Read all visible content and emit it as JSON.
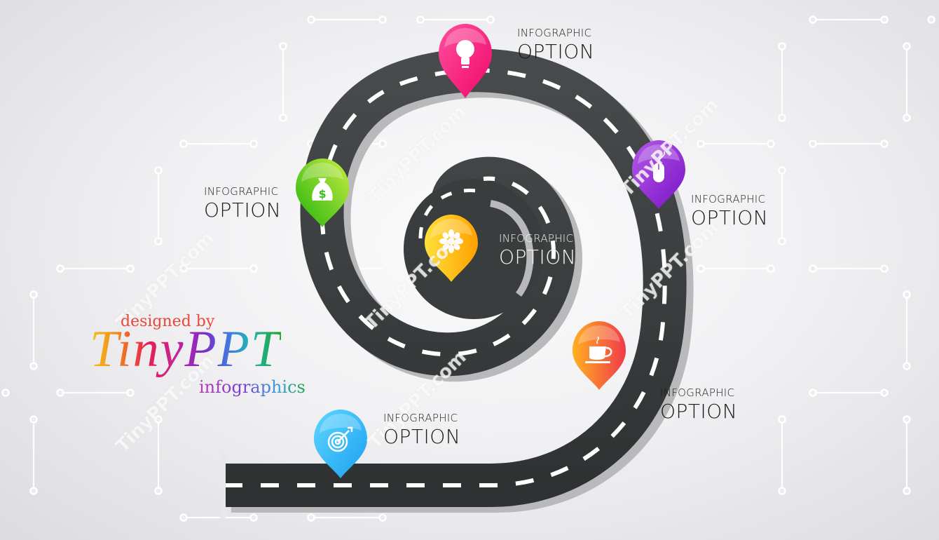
{
  "diagram": {
    "type": "spiral-road-infographic",
    "road_color": "#3a3d3d",
    "road_shadow_color": "#b9b9bb",
    "dash_color": "#ffffff",
    "options": [
      {
        "id": 1,
        "line1": "INFOGRAPHIC",
        "line2": "OPTION",
        "icon": "target-icon",
        "pin_color_top": "#5fd6ff",
        "pin_color_bottom": "#1aa0f0"
      },
      {
        "id": 2,
        "line1": "INFOGRAPHIC",
        "line2": "OPTION",
        "icon": "coffee-cup-icon",
        "pin_color_top": "#ffb020",
        "pin_color_bottom": "#f03a4a"
      },
      {
        "id": 3,
        "line1": "INFOGRAPHIC",
        "line2": "OPTION",
        "icon": "computer-mouse-icon",
        "pin_color_top": "#b45ae6",
        "pin_color_bottom": "#7a12c8"
      },
      {
        "id": 4,
        "line1": "INFOGRAPHIC",
        "line2": "OPTION",
        "icon": "lightbulb-icon",
        "pin_color_top": "#ff4f9e",
        "pin_color_bottom": "#f0086a"
      },
      {
        "id": 5,
        "line1": "INFOGRAPHIC",
        "line2": "OPTION",
        "icon": "money-bag-icon",
        "pin_color_top": "#a8e83a",
        "pin_color_bottom": "#22b40e"
      },
      {
        "id": 6,
        "line1": "INFOGRAPHIC",
        "line2": "OPTION",
        "icon": "flower-icon",
        "pin_color_top": "#ffe03a",
        "pin_color_bottom": "#ffa000"
      }
    ]
  },
  "logo": {
    "designed_by": "designed by",
    "brand": "TinyPPT",
    "subtitle": "infographics"
  },
  "watermark": "TinyPPT.com"
}
